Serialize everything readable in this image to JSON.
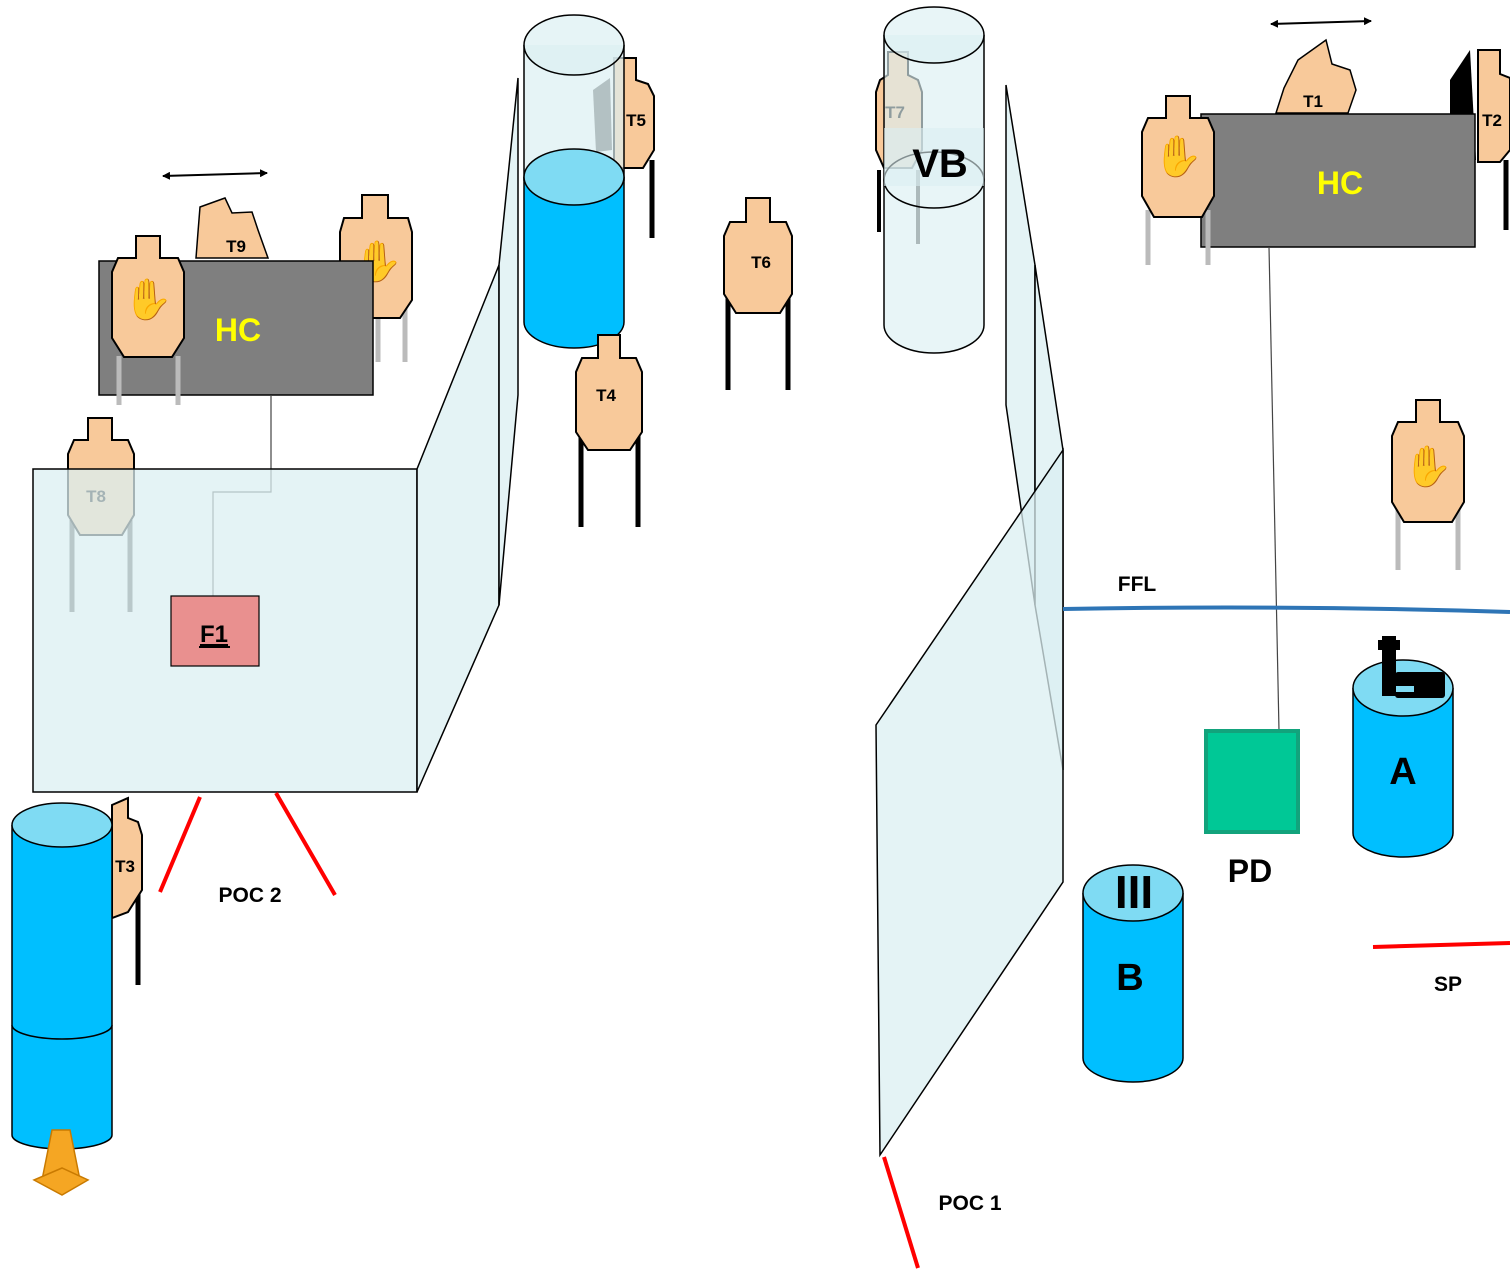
{
  "labels": {
    "hc": "HC",
    "vb": "VB",
    "f1": "F1",
    "ffl": "FFL",
    "pd": "PD",
    "sp": "SP",
    "poc1": "POC 1",
    "poc2": "POC 2",
    "barrel_a": "A",
    "barrel_b": "B",
    "barrel_b_marks": "III"
  },
  "targets": {
    "t1": "T1",
    "t2": "T2",
    "t3": "T3",
    "t4": "T4",
    "t5": "T5",
    "t6": "T6",
    "t7": "T7",
    "t8": "T8",
    "t9": "T9"
  },
  "colors": {
    "target": "#f8c99a",
    "hard_cover": "#7f7f7f",
    "hard_cover_text": "#ffff00",
    "barrel": "#00bfff",
    "barrel_top": "#7fdbf3",
    "wall": "#dbeff2",
    "fault_line": "#ff0000",
    "ffl_line": "#2e75b6",
    "pd_box": "#00c896",
    "f1_box": "#e9908f",
    "cone": "#f5a623"
  }
}
